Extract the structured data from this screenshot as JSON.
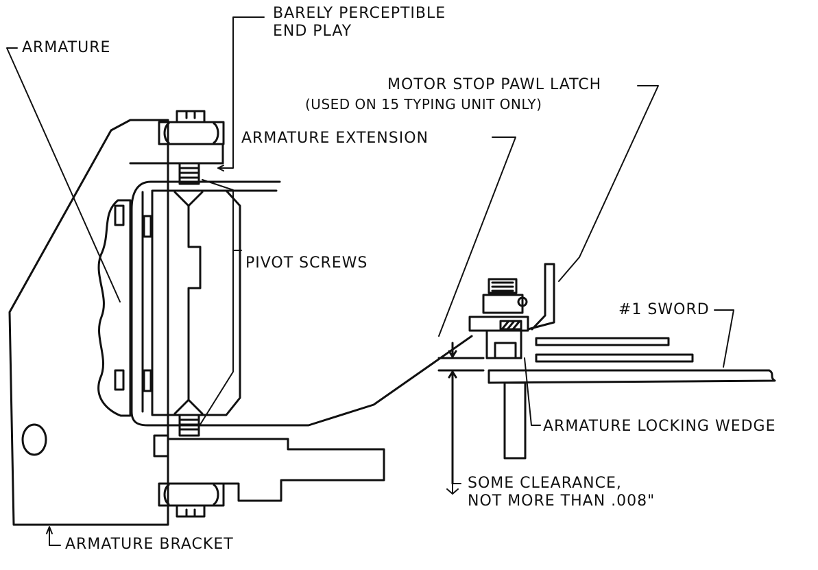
{
  "diagram": {
    "labels": {
      "barely_perceptible": "BARELY PERCEPTIBLE",
      "end_play": "END PLAY",
      "armature": "ARMATURE",
      "motor_stop_pawl_latch": "MOTOR STOP PAWL LATCH",
      "used_on_15": "(USED ON 15 TYPING UNIT ONLY)",
      "armature_extension": "ARMATURE EXTENSION",
      "pivot_screws": "PIVOT SCREWS",
      "sword": "#1 SWORD",
      "armature_locking_wedge": "ARMATURE LOCKING WEDGE",
      "some_clearance": "SOME CLEARANCE,",
      "not_more_than": "NOT MORE THAN .008\"",
      "armature_bracket": "ARMATURE BRACKET"
    }
  }
}
